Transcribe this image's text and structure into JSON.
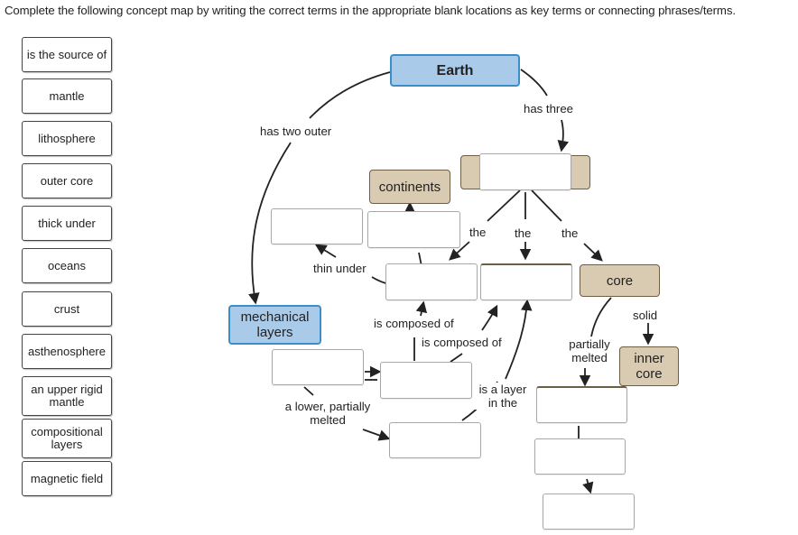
{
  "instructions": "Complete the following concept map by writing the correct terms in the appropriate blank locations as key terms or connecting phrases/terms.",
  "word_bank": [
    "is the source of",
    "mantle",
    "lithosphere",
    "outer core",
    "thick under",
    "oceans",
    "crust",
    "asthenosphere",
    "an upper rigid mantle",
    "compositional layers",
    "magnetic field"
  ],
  "nodes": {
    "earth": "Earth",
    "continents": "continents",
    "mechanical_layers": "mechanical layers",
    "core": "core",
    "inner_core": "inner core"
  },
  "links": {
    "has_two_outer": "has two outer",
    "has_three": "has three",
    "the_1": "the",
    "the_2": "the",
    "the_3": "the",
    "thin_under": "thin under",
    "is_composed_of_1": "is composed of",
    "is_composed_of_2": "is composed of",
    "solid": "solid",
    "partially_melted": "partially melted",
    "is_a_layer_in_the": "is a layer in the",
    "a_lower_partially_melted": "a lower, partially melted"
  },
  "colors": {
    "blue_fill": "#a9cbe9",
    "blue_border": "#3a8fc9",
    "tan_fill": "#d9cbb1",
    "tan_border": "#6d5e44"
  }
}
